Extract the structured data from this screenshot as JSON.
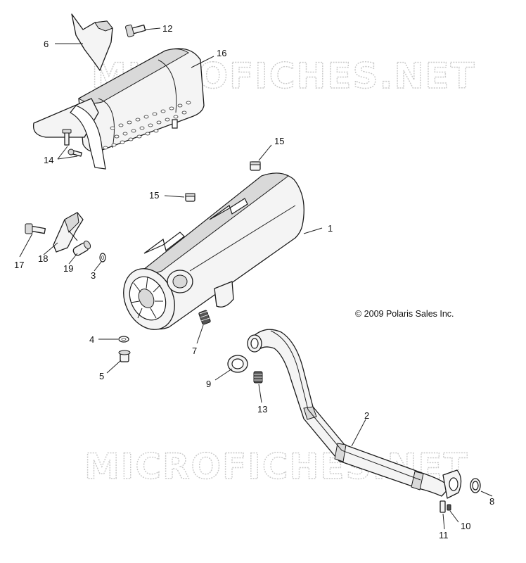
{
  "copyright": "© 2009 Polaris Sales Inc.",
  "watermarks": [
    "MICROFICHES.NET",
    "MICROFICHES.NET"
  ],
  "callouts": {
    "c1": "1",
    "c2": "2",
    "c3": "3",
    "c4": "4",
    "c5": "5",
    "c6": "6",
    "c7": "7",
    "c8": "8",
    "c9": "9",
    "c10": "10",
    "c11": "11",
    "c12": "12",
    "c13": "13",
    "c14": "14",
    "c15a": "15",
    "c15b": "15",
    "c16": "16",
    "c17": "17",
    "c18": "18",
    "c19": "19"
  }
}
